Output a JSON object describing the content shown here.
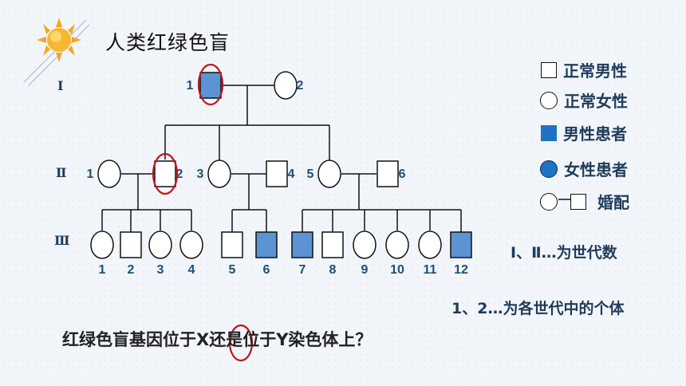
{
  "title": "人类红绿色盲",
  "generations": [
    "Ⅰ",
    "Ⅱ",
    "Ⅲ"
  ],
  "legend": {
    "normal_male": "正常男性",
    "normal_female": "正常女性",
    "affected_male": "男性患者",
    "affected_female": "女性患者",
    "marriage": "婚配"
  },
  "notes": {
    "generation_numbers": "Ⅰ、Ⅱ…为世代数",
    "individual_numbers": "1、2…为各世代中的个体"
  },
  "question": {
    "before": "红绿色盲基因位于",
    "highlight": "X",
    "after": "还是位于Y染色体上？"
  },
  "colors": {
    "affected_fill": "#5b93d3",
    "legend_fill": "#1f73c6",
    "highlight_ring": "#c0161b",
    "text_dark_blue": "#1f3b5a"
  },
  "pedigree": {
    "gen1": [
      {
        "id": "1",
        "sex": "male",
        "affected": true,
        "highlighted": true
      },
      {
        "id": "2",
        "sex": "female",
        "affected": false
      }
    ],
    "gen2": [
      {
        "id": "1",
        "sex": "female",
        "affected": false
      },
      {
        "id": "2",
        "sex": "male",
        "affected": false,
        "highlighted": true
      },
      {
        "id": "3",
        "sex": "female",
        "affected": false
      },
      {
        "id": "4",
        "sex": "male",
        "affected": false
      },
      {
        "id": "5",
        "sex": "female",
        "affected": false
      },
      {
        "id": "6",
        "sex": "male",
        "affected": false
      }
    ],
    "gen3": [
      {
        "id": "1",
        "sex": "female",
        "affected": false
      },
      {
        "id": "2",
        "sex": "male",
        "affected": false
      },
      {
        "id": "3",
        "sex": "female",
        "affected": false
      },
      {
        "id": "4",
        "sex": "female",
        "affected": false
      },
      {
        "id": "5",
        "sex": "male",
        "affected": false
      },
      {
        "id": "6",
        "sex": "male",
        "affected": true
      },
      {
        "id": "7",
        "sex": "male",
        "affected": true
      },
      {
        "id": "8",
        "sex": "male",
        "affected": false
      },
      {
        "id": "9",
        "sex": "female",
        "affected": false
      },
      {
        "id": "10",
        "sex": "female",
        "affected": false
      },
      {
        "id": "11",
        "sex": "female",
        "affected": false
      },
      {
        "id": "12",
        "sex": "male",
        "affected": true
      }
    ]
  }
}
